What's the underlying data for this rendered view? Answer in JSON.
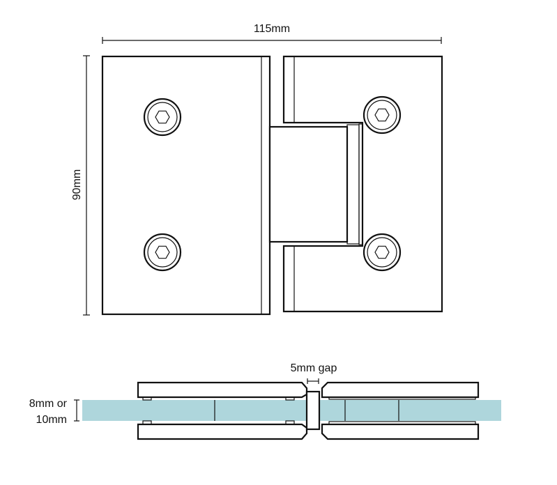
{
  "title_dims": {
    "width_label": "115mm",
    "height_label": "90mm"
  },
  "side_view": {
    "gap_label": "5mm gap",
    "glass_label_line1": "8mm or",
    "glass_label_line2": "10mm"
  },
  "colors": {
    "glass": "#aed6dc",
    "stroke": "#111111"
  }
}
